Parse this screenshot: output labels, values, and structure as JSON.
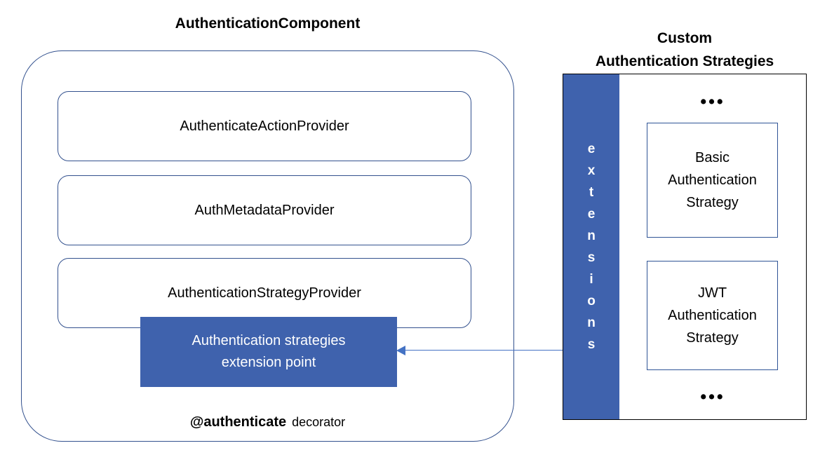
{
  "diagram": {
    "component": {
      "title": "AuthenticationComponent",
      "providers": [
        {
          "label": "AuthenticateActionProvider"
        },
        {
          "label": "AuthMetadataProvider"
        },
        {
          "label": "AuthenticationStrategyProvider"
        }
      ],
      "extension_point": {
        "line1": "Authentication strategies",
        "line2": "extension point"
      },
      "decorator": {
        "name": "@authenticate",
        "suffix": "decorator"
      }
    },
    "custom_strategies": {
      "title_line1": "Custom",
      "title_line2": "Authentication Strategies",
      "extensions_label": "extensions",
      "ellipsis_top": "•••",
      "ellipsis_bottom": "•••",
      "strategies": [
        {
          "line1": "Basic",
          "line2": "Authentication",
          "line3": "Strategy"
        },
        {
          "line1": "JWT",
          "line2": "Authentication",
          "line3": "Strategy"
        }
      ]
    },
    "colors": {
      "accent_blue": "#3F62AD",
      "outline_blue": "#33518E",
      "strategy_border_blue": "#2F5496",
      "container_border": "#000000",
      "arrow_blue": "#4472C4"
    }
  }
}
